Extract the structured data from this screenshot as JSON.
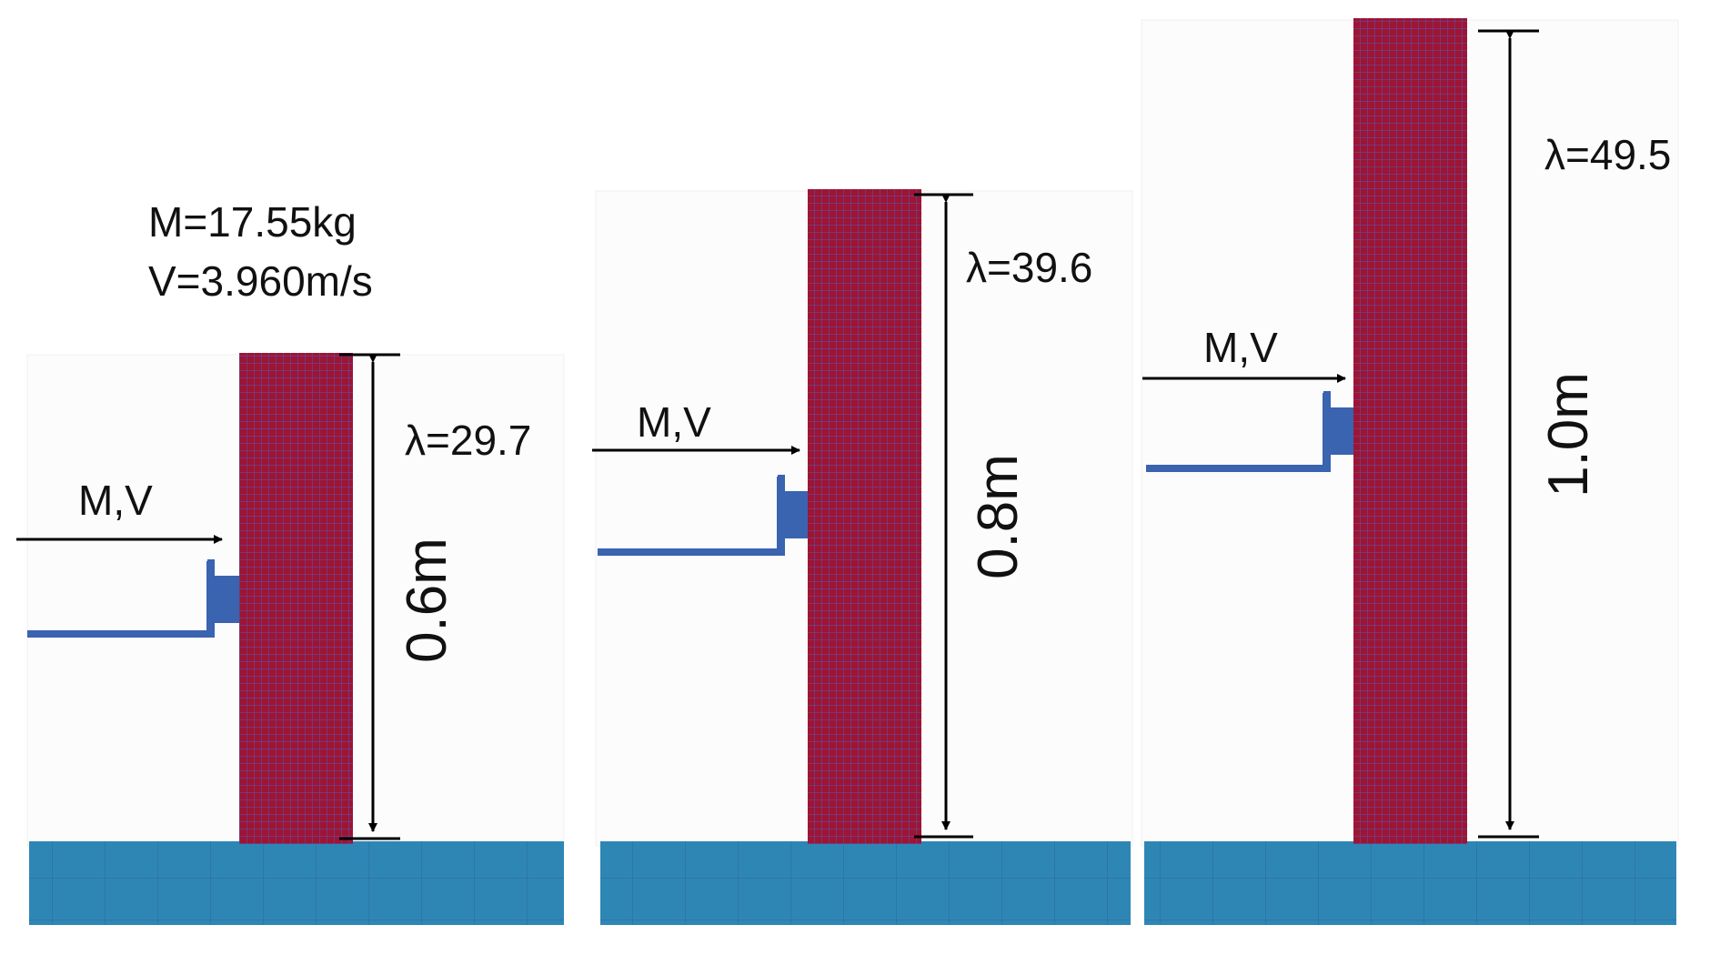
{
  "impact": {
    "mass_label": "M=17.55kg",
    "velocity_label": "V=3.960m/s"
  },
  "colors": {
    "column": "#9e1434",
    "column_mesh": "#5a4f9e",
    "base": "#2e86b5",
    "base_mesh": "#2a6f98",
    "impactor": "#3a63b0",
    "line": "#000000"
  },
  "cases": [
    {
      "height_label": "0.6m",
      "slenderness_label": "λ=29.7",
      "load_label": "M,V"
    },
    {
      "height_label": "0.8m",
      "slenderness_label": "λ=39.6",
      "load_label": "M,V"
    },
    {
      "height_label": "1.0m",
      "slenderness_label": "λ=49.5",
      "load_label": "M,V"
    }
  ]
}
